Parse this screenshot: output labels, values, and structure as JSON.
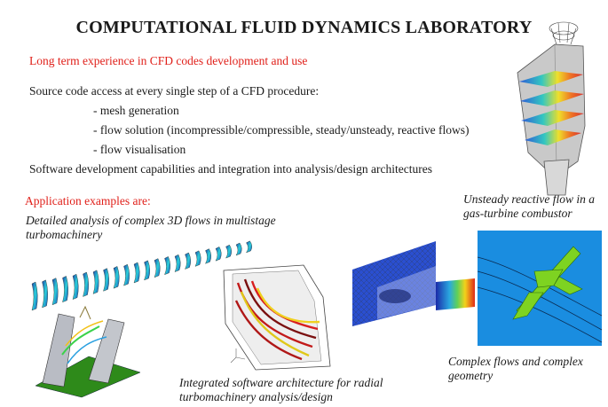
{
  "title": "COMPUTATIONAL FLUID DYNAMICS  LABORATORY",
  "subtitle": "Long term experience in CFD codes development and use",
  "source_access": "Source code access at every single step of a CFD procedure:",
  "steps": [
    "- mesh generation",
    "- flow solution (incompressible/compressible, steady/unsteady, reactive flows)",
    "- flow visualisation"
  ],
  "software_line": "Software development capabilities and integration into analysis/design architectures",
  "application_header": "Application examples are:",
  "captions": {
    "turbomachinery_line1": "Detailed analysis of complex 3D flows in multistage",
    "turbomachinery_line2": "turbomachinery",
    "combustor_line1": "Unsteady reactive flow in a",
    "combustor_line2": "gas-turbine combustor",
    "complex_line1": "Complex flows and complex",
    "complex_line2": "geometry",
    "radial_line1": "Integrated software architecture for radial",
    "radial_line2": "turbomachinery analysis/design"
  },
  "colors": {
    "accent_red": "#e0201a",
    "text": "#1a1a1a",
    "sky_blue": "#1a8de0",
    "aircraft_green": "#7ed321"
  },
  "icons": [
    "turbine-blades-image",
    "combustor-image",
    "radial-turbomachine-image",
    "mesh-flow-image",
    "aircraft-image",
    "blade-pair-image"
  ]
}
